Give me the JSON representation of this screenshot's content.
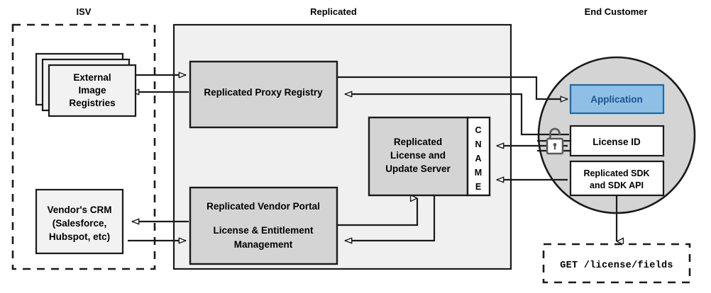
{
  "diagram": {
    "title": "Replicated platform architecture",
    "colors": {
      "stroke": "#1a1a1a",
      "group_fill": "#f0f0f0",
      "box_fill": "#d4d4d4",
      "light_box_fill": "#f2f2f2",
      "white": "#ffffff",
      "circle_fill": "#d4d4d4",
      "app_fill": "#8fbfe4",
      "app_stroke": "#1a6aa8",
      "app_text": "#1a5490",
      "lock_stroke": "#595959"
    },
    "groups": [
      {
        "id": "isv",
        "label": "ISV",
        "style": "dashed"
      },
      {
        "id": "replicated",
        "label": "Replicated",
        "style": "solid-filled"
      },
      {
        "id": "end-customer",
        "label": "End Customer",
        "style": "circle"
      }
    ],
    "nodes": [
      {
        "id": "external-image-registries",
        "label": [
          "External",
          "Image",
          "Registries"
        ],
        "shape": "stacked-box",
        "group": "isv"
      },
      {
        "id": "vendors-crm",
        "label": [
          "Vendor's CRM",
          "(Salesforce,",
          "Hubspot, etc)"
        ],
        "shape": "box",
        "group": "isv"
      },
      {
        "id": "replicated-proxy-registry",
        "label": [
          "Replicated Proxy Registry"
        ],
        "shape": "box",
        "group": "replicated"
      },
      {
        "id": "replicated-license-and-update-server",
        "label": [
          "Replicated",
          "License and",
          "Update Server"
        ],
        "shape": "box",
        "group": "replicated"
      },
      {
        "id": "cname",
        "label": [
          "C",
          "N",
          "A",
          "M",
          "E"
        ],
        "shape": "vertical-label-box",
        "group": "replicated"
      },
      {
        "id": "replicated-vendor-portal",
        "label": [
          "Replicated Vendor Portal",
          "License & Entitlement",
          "Management"
        ],
        "shape": "box",
        "group": "replicated"
      },
      {
        "id": "application",
        "label": [
          "Application"
        ],
        "shape": "box",
        "group": "end-customer"
      },
      {
        "id": "license-id",
        "label": [
          "License ID"
        ],
        "shape": "box",
        "group": "end-customer"
      },
      {
        "id": "replicated-sdk",
        "label": [
          "Replicated SDK",
          "and SDK API"
        ],
        "shape": "box",
        "group": "end-customer"
      },
      {
        "id": "get-license-fields",
        "label": [
          "GET /license/fields"
        ],
        "shape": "dashed-box",
        "group": "end-customer"
      },
      {
        "id": "lock",
        "label": [],
        "shape": "open-padlock-icon",
        "group": "end-customer"
      }
    ],
    "labels": {
      "isv": "ISV",
      "replicated": "Replicated",
      "end_customer": "End Customer",
      "external_image_registries_1": "External",
      "external_image_registries_2": "Image",
      "external_image_registries_3": "Registries",
      "vendors_crm_1": "Vendor's CRM",
      "vendors_crm_2": "(Salesforce,",
      "vendors_crm_3": "Hubspot, etc)",
      "proxy_registry": "Replicated Proxy Registry",
      "license_server_1": "Replicated",
      "license_server_2": "License and",
      "license_server_3": "Update Server",
      "cname_c": "C",
      "cname_n": "N",
      "cname_a": "A",
      "cname_m": "M",
      "cname_e": "E",
      "vendor_portal_1": "Replicated Vendor Portal",
      "vendor_portal_2": "License & Entitlement",
      "vendor_portal_3": "Management",
      "application": "Application",
      "license_id": "License ID",
      "sdk_1": "Replicated SDK",
      "sdk_2": "and SDK API",
      "get_request": "GET /license/fields"
    },
    "edges": [
      {
        "from": "external-image-registries",
        "to": "replicated-proxy-registry",
        "direction": "forward"
      },
      {
        "from": "replicated-proxy-registry",
        "to": "external-image-registries",
        "direction": "forward"
      },
      {
        "from": "replicated-proxy-registry",
        "to": "application",
        "direction": "forward"
      },
      {
        "from": "application",
        "to": "replicated-proxy-registry",
        "direction": "forward"
      },
      {
        "from": "license-id",
        "to": "cname",
        "direction": "forward"
      },
      {
        "from": "replicated-sdk",
        "to": "cname",
        "direction": "forward"
      },
      {
        "from": "replicated-vendor-portal",
        "to": "replicated-license-and-update-server",
        "direction": "forward"
      },
      {
        "from": "replicated-license-and-update-server",
        "to": "replicated-vendor-portal",
        "direction": "forward"
      },
      {
        "from": "replicated-vendor-portal",
        "to": "vendors-crm",
        "direction": "forward"
      },
      {
        "from": "vendors-crm",
        "to": "replicated-vendor-portal",
        "direction": "forward"
      },
      {
        "from": "replicated-sdk",
        "to": "get-license-fields",
        "direction": "forward"
      }
    ]
  }
}
